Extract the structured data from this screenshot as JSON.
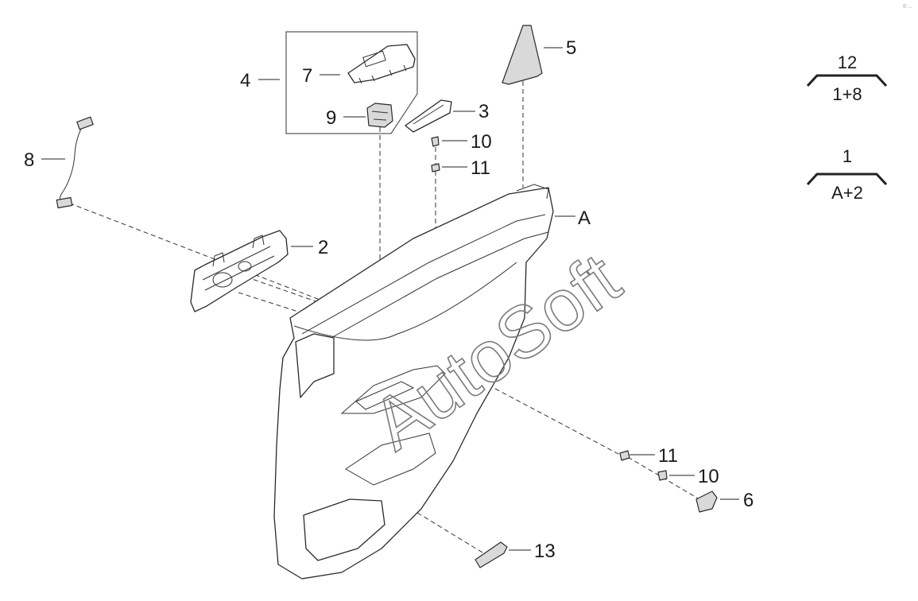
{
  "diagram": {
    "callouts": [
      "1",
      "2",
      "3",
      "4",
      "5",
      "6",
      "7",
      "8",
      "9",
      "10",
      "11",
      "10",
      "11",
      "13",
      "A"
    ],
    "groups": [
      {
        "top": "12",
        "bottom": "1+8"
      },
      {
        "top": "1",
        "bottom": "A+2"
      }
    ],
    "watermark": "AutoSoft",
    "corner_mark": "© ...",
    "colors": {
      "line": "#2a2a2a",
      "panel_fill": "#ffffff",
      "part_fill": "#d9d9d9",
      "watermark": "#7a7a7a"
    }
  }
}
